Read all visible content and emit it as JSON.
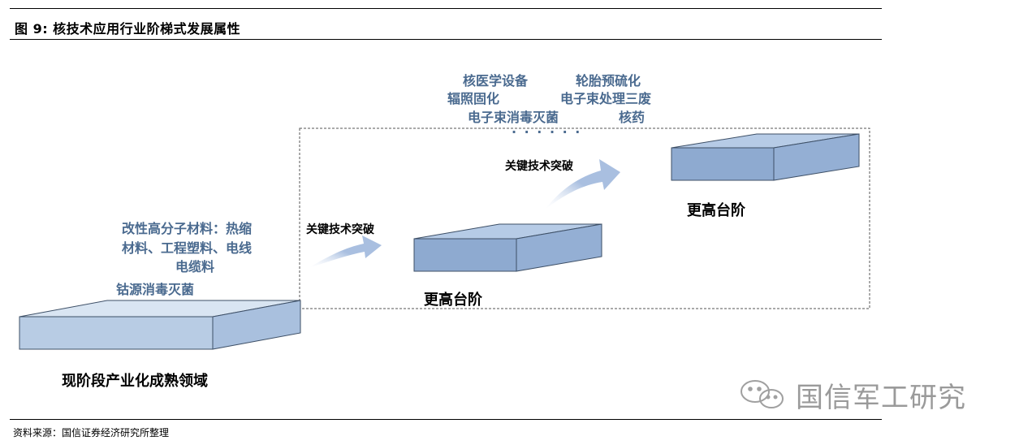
{
  "figure": {
    "title": "图 9:  核技术应用行业阶梯式发展属性",
    "source": "资料来源：国信证券经济研究所整理"
  },
  "base": {
    "label": "现阶段产业化成熟领域",
    "applications": [
      "改性高分子材料：热缩",
      "材料、工程塑料、电线",
      "电缆料",
      "钴源消毒灭菌"
    ]
  },
  "step1": {
    "arrow_label": "关键技术突破",
    "label": "更高台阶"
  },
  "step2": {
    "arrow_label": "关键技术突破",
    "label": "更高台阶",
    "applications_left": [
      "核医学设备",
      "辐照固化",
      "电子束消毒灭菌"
    ],
    "applications_right": [
      "轮胎预硫化",
      "电子束处理三废",
      "核药"
    ],
    "ellipsis": "· · · · · ·"
  },
  "watermark": "国信军工研究",
  "colors": {
    "box_front_light": "#b8cce4",
    "box_front_dark": "#8eaad0",
    "box_edge": "#3d4f66",
    "app_text": "#4a6a8f",
    "arrow": "#a9bfe0"
  },
  "icons": [
    "wechat-icon"
  ]
}
